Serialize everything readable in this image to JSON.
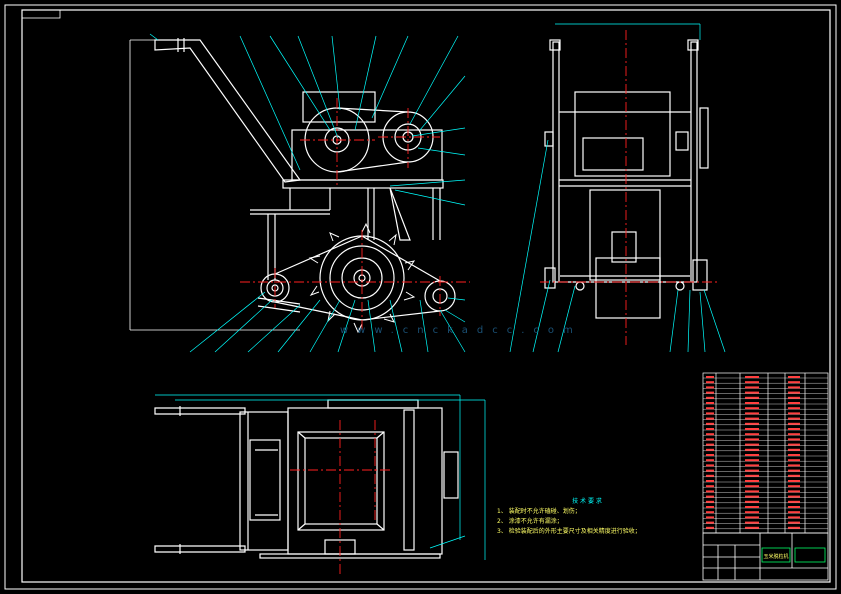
{
  "technical_requirements": {
    "title": "技 术 要 求",
    "items": [
      "1、 装配时不允许磕碰、划伤；",
      "2、 涂漆不允许有漏涂；",
      "3、 检验装配后的外形主要尺寸及相关精度进行验收；"
    ]
  },
  "watermark": "www.cnckadcc.com",
  "title_block": {
    "name": "玉米脱粒机",
    "sub": ""
  },
  "colors": {
    "background": "#000000",
    "outline": "#ffffff",
    "leader": "#00ffff",
    "centerline": "#ff2020",
    "text": "#ffff66",
    "table_text": "#ff4040"
  }
}
